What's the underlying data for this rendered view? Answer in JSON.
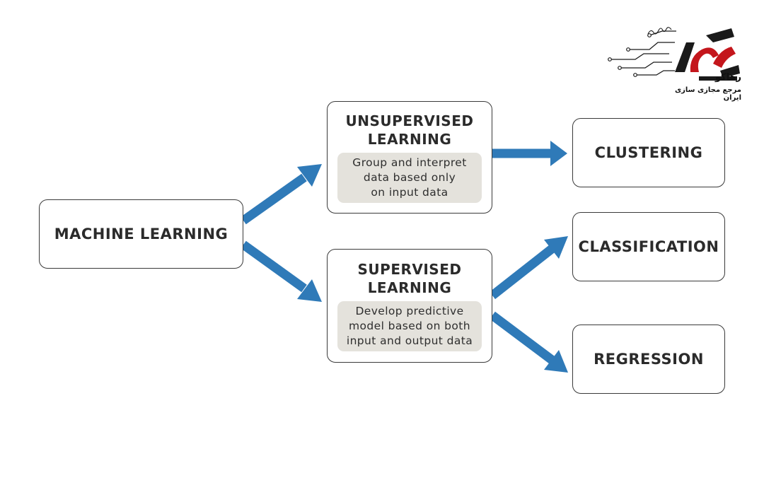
{
  "colors": {
    "arrow": "#2f7ab8",
    "box_border": "#3a3a3a",
    "description_bg": "#e4e2dc",
    "logo_red": "#c4161c",
    "logo_dark": "#1a1a1a"
  },
  "logo": {
    "wordmark": "رهاکو",
    "caption": "مرجع مجازی سازی ایران"
  },
  "nodes": {
    "machine_learning": {
      "title": "MACHINE LEARNING"
    },
    "unsupervised": {
      "title_line1": "UNSUPERVISED",
      "title_line2": "LEARNING",
      "desc_line1": "Group and interpret",
      "desc_line2": "data based only",
      "desc_line3": "on input data"
    },
    "supervised": {
      "title_line1": "SUPERVISED",
      "title_line2": "LEARNING",
      "desc_line1": "Develop predictive",
      "desc_line2": "model based on both",
      "desc_line3": "input and output data"
    },
    "clustering": {
      "title": "CLUSTERING"
    },
    "classification": {
      "title": "CLASSIFICATION"
    },
    "regression": {
      "title": "REGRESSION"
    }
  },
  "edges": [
    {
      "from": "MACHINE LEARNING",
      "to": "UNSUPERVISED LEARNING"
    },
    {
      "from": "MACHINE LEARNING",
      "to": "SUPERVISED LEARNING"
    },
    {
      "from": "UNSUPERVISED LEARNING",
      "to": "CLUSTERING"
    },
    {
      "from": "SUPERVISED LEARNING",
      "to": "CLASSIFICATION"
    },
    {
      "from": "SUPERVISED LEARNING",
      "to": "REGRESSION"
    }
  ]
}
